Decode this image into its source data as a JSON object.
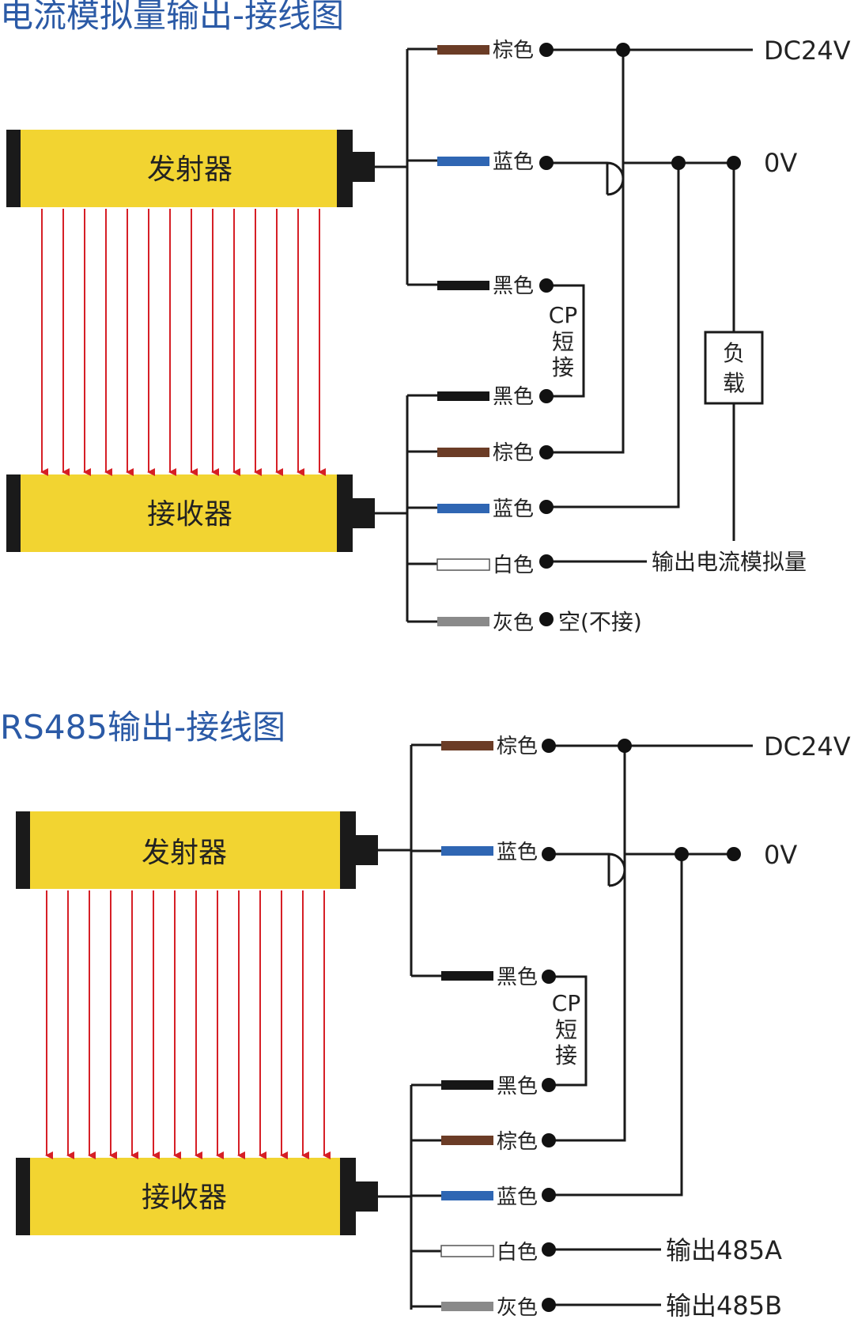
{
  "diagram_1": {
    "title": "电流模拟量输出-接线图",
    "emitter_label": "发射器",
    "receiver_label": "接收器",
    "wires": [
      "棕色",
      "蓝色",
      "黑色",
      "黑色",
      "棕色",
      "蓝色",
      "白色",
      "灰色"
    ],
    "terminal_dc24v": "DC24V",
    "terminal_0v": "0V",
    "cp_label": "CP",
    "cp_short_1": "短",
    "cp_short_2": "接",
    "load_1": "负",
    "load_2": "载",
    "output_white": "输出电流模拟量",
    "gray_note": "空(不接)"
  },
  "diagram_2": {
    "title": "RS485输出-接线图",
    "emitter_label": "发射器",
    "receiver_label": "接收器",
    "wires": [
      "棕色",
      "蓝色",
      "黑色",
      "黑色",
      "棕色",
      "蓝色",
      "白色",
      "灰色"
    ],
    "terminal_dc24v": "DC24V",
    "terminal_0v": "0V",
    "cp_label": "CP",
    "cp_short_1": "短",
    "cp_short_2": "接",
    "output_white": "输出485A",
    "output_gray": "输出485B"
  },
  "colors": {
    "brown": "#6b3c26",
    "blue": "#2f66b3",
    "black": "#161616",
    "white": "#ffffff",
    "gray": "#8a8a8a",
    "yellow": "#f2d431",
    "ray": "#d61f26",
    "title": "#2b5aa6"
  }
}
